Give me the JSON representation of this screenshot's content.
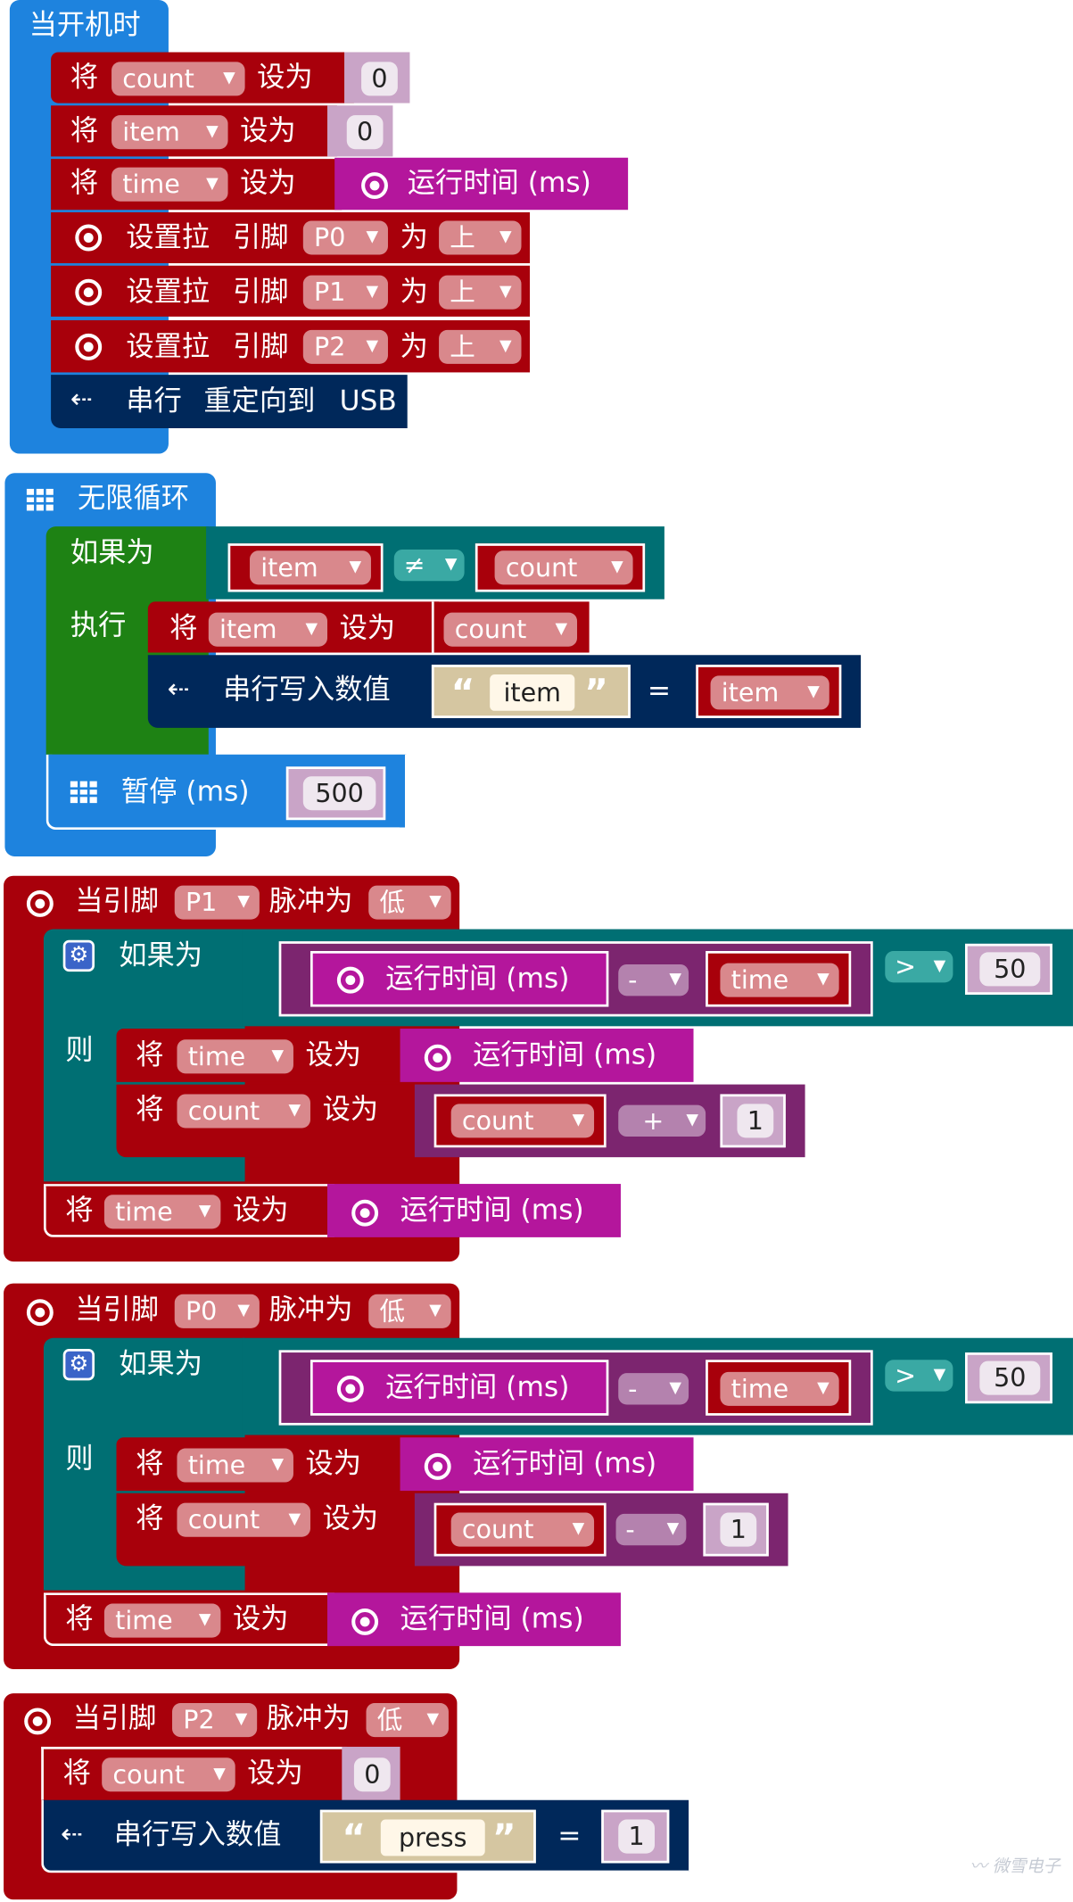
{
  "colors": {
    "event_blue": "#1e83de",
    "loop_blue": "#1e83de",
    "var_red": "#a8000b",
    "pin_red": "#a8000b",
    "logic_green": "#1e8214",
    "control_teal": "#006f73",
    "serial_navy": "#00285a",
    "input_magenta": "#b4169c",
    "math_purple": "#7c256f"
  },
  "on_start": {
    "header": "当开机时",
    "set_count": {
      "kw_set": "将",
      "var": "count",
      "kw_to": "设为",
      "value": "0"
    },
    "set_item": {
      "kw_set": "将",
      "var": "item",
      "kw_to": "设为",
      "value": "0"
    },
    "set_time": {
      "kw_set": "将",
      "var": "time",
      "kw_to": "设为",
      "value": "运行时间 (ms)"
    },
    "pulls": [
      {
        "label": "设置拉",
        "pin_word": "引脚",
        "pin": "P0",
        "kw_as": "为",
        "mode": "上"
      },
      {
        "label": "设置拉",
        "pin_word": "引脚",
        "pin": "P1",
        "kw_as": "为",
        "mode": "上"
      },
      {
        "label": "设置拉",
        "pin_word": "引脚",
        "pin": "P2",
        "kw_as": "为",
        "mode": "上"
      }
    ],
    "serial": {
      "label": "串行",
      "action": "重定向到",
      "target": "USB"
    }
  },
  "forever": {
    "header": "无限循环",
    "if_label": "如果为",
    "then_label": "执行",
    "cond": {
      "left": "item",
      "op": "≠",
      "right": "count"
    },
    "set_item": {
      "kw_set": "将",
      "var": "item",
      "kw_to": "设为",
      "value": "count"
    },
    "serial_write": {
      "label": "串行写入数值",
      "name": "item",
      "eq": "=",
      "value": "item"
    },
    "pause": {
      "label": "暂停 (ms)",
      "value": "500"
    }
  },
  "pulse_p1": {
    "header_prefix": "当引脚",
    "pin": "P1",
    "header_suffix": "脉冲为",
    "level": "低",
    "if_label": "如果为",
    "then_label": "则",
    "cond": {
      "runtime": "运行时间 (ms)",
      "minus": "-",
      "var": "time",
      "cmp": ">",
      "value": "50"
    },
    "set_time": {
      "kw_set": "将",
      "var": "time",
      "kw_to": "设为",
      "value": "运行时间 (ms)"
    },
    "set_count": {
      "kw_set": "将",
      "var": "count",
      "kw_to": "设为",
      "left": "count",
      "op": "+",
      "right": "1"
    },
    "after_set": {
      "kw_set": "将",
      "var": "time",
      "kw_to": "设为",
      "value": "运行时间 (ms)"
    }
  },
  "pulse_p0": {
    "header_prefix": "当引脚",
    "pin": "P0",
    "header_suffix": "脉冲为",
    "level": "低",
    "if_label": "如果为",
    "then_label": "则",
    "cond": {
      "runtime": "运行时间 (ms)",
      "minus": "-",
      "var": "time",
      "cmp": ">",
      "value": "50"
    },
    "set_time": {
      "kw_set": "将",
      "var": "time",
      "kw_to": "设为",
      "value": "运行时间 (ms)"
    },
    "set_count": {
      "kw_set": "将",
      "var": "count",
      "kw_to": "设为",
      "left": "count",
      "op": "-",
      "right": "1"
    },
    "after_set": {
      "kw_set": "将",
      "var": "time",
      "kw_to": "设为",
      "value": "运行时间 (ms)"
    }
  },
  "pulse_p2": {
    "header_prefix": "当引脚",
    "pin": "P2",
    "header_suffix": "脉冲为",
    "level": "低",
    "set_count": {
      "kw_set": "将",
      "var": "count",
      "kw_to": "设为",
      "value": "0"
    },
    "serial_write": {
      "label": "串行写入数值",
      "name": "press",
      "eq": "=",
      "value": "1"
    }
  },
  "watermark": "微雪电子"
}
